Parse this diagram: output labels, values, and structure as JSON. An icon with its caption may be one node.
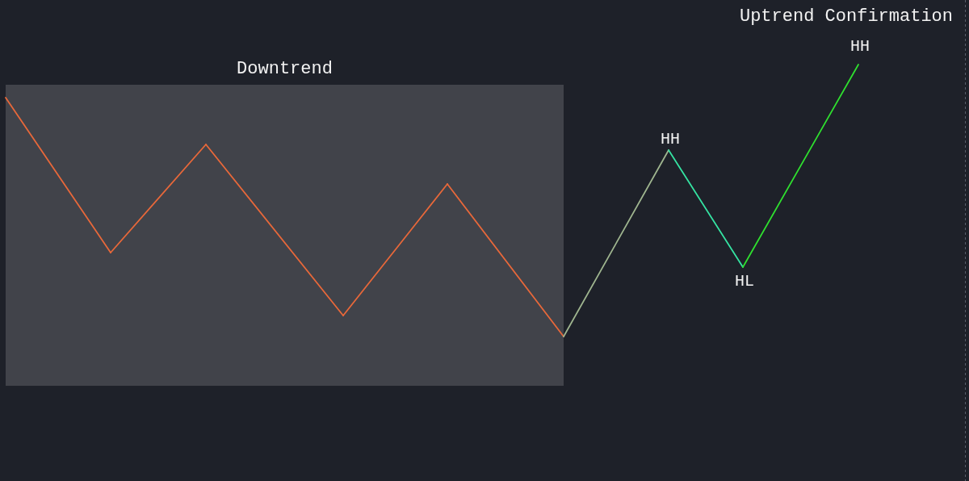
{
  "diagram": {
    "nodes": [
      {
        "text": [
          "Downtrend"
        ]
      }
    ],
    "labels": [
      "Uptrend Confirmation",
      "HH",
      "HH",
      "HL"
    ]
  }
}
